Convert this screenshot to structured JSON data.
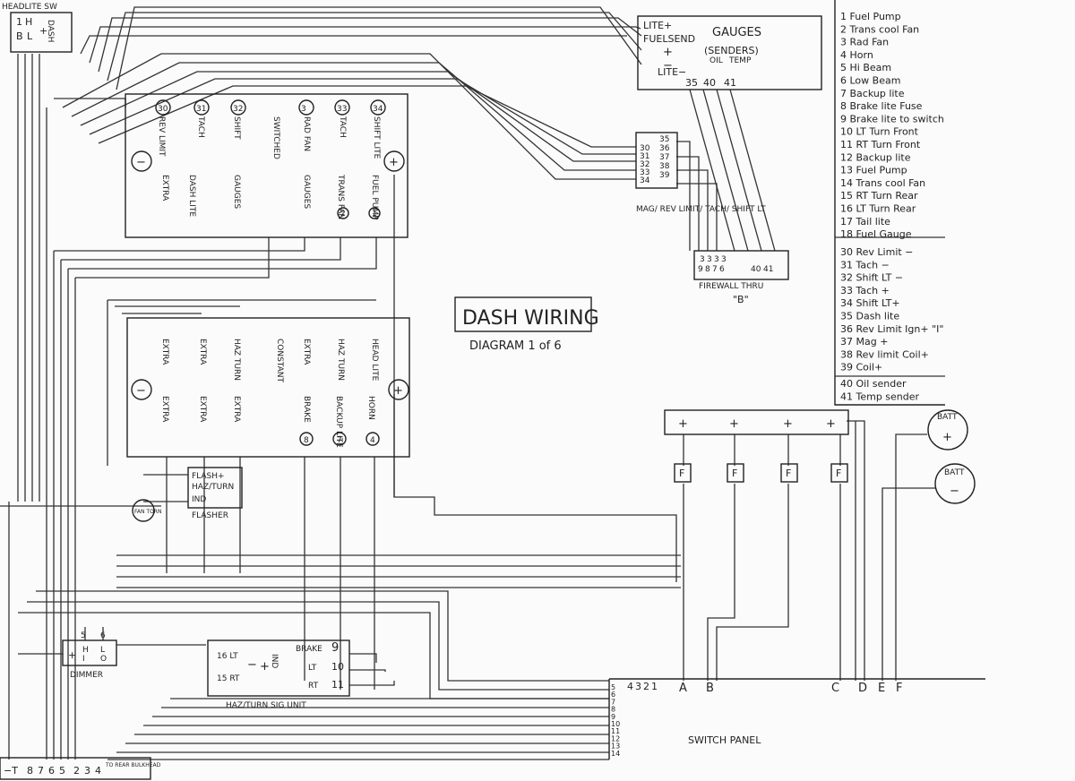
{
  "title": "DASH WIRING",
  "subtitle": "DIAGRAM 1 of 6",
  "headlight_switch": {
    "label": "HEADLITE SW",
    "terminals": [
      "1",
      "H",
      "B",
      "L",
      "+",
      "DASH"
    ]
  },
  "gauges": {
    "title": "GAUGES",
    "subtitle": "(SENDERS)",
    "terminals": [
      "LITE+",
      "FUELSEND",
      "+",
      "−",
      "LITE−"
    ],
    "sender_labels": [
      "OIL",
      "TEMP"
    ],
    "wire_numbers": [
      "35",
      "40",
      "41"
    ]
  },
  "legend": {
    "items": [
      "1 Fuel Pump",
      "2 Trans cool Fan",
      "3 Rad Fan",
      "4 Horn",
      "5 Hi Beam",
      "6 Low Beam",
      "7 Backup lite",
      "8 Brake lite Fuse",
      "9 Brake lite to switch",
      "10 LT Turn Front",
      "11 RT Turn Front",
      "12 Backup lite",
      "13 Fuel Pump",
      "14 Trans cool Fan",
      "15 RT Turn Rear",
      "16 LT Turn Rear",
      "17 Tail lite",
      "18 Fuel Gauge",
      "30 Rev Limit −",
      "31 Tach −",
      "32 Shift LT −",
      "33 Tach +",
      "34 Shift LT+",
      "35 Dash lite",
      "36 Rev Limit Ign+ \"I\"",
      "37 Mag +",
      "38 Rev limit Coil+",
      "39 Coil+",
      "40 Oil sender",
      "41 Temp sender"
    ]
  },
  "fuse_block_top": {
    "top_labels": [
      "REV LIMIT",
      "TACH",
      "SHIFT",
      "SWITCHED",
      "RAD FAN",
      "TACH",
      "SHIFT LITE"
    ],
    "top_numbers": [
      "30",
      "31",
      "32",
      "3",
      "33",
      "34"
    ],
    "bottom_labels": [
      "EXTRA",
      "DASH LITE",
      "GAUGES",
      "GAUGES",
      "TRANS FAN",
      "FUEL PUMP"
    ],
    "bottom_numbers": [
      "2",
      "1"
    ],
    "neg_symbol": "−",
    "pos_symbol": "+"
  },
  "fuse_block_bottom": {
    "top_labels": [
      "EXTRA",
      "EXTRA",
      "HAZ TURN",
      "CONSTANT",
      "EXTRA",
      "HAZ TURN",
      "HEAD LITE"
    ],
    "bottom_labels": [
      "EXTRA",
      "EXTRA",
      "EXTRA",
      "BRAKE",
      "BACKUP LITE",
      "HORN"
    ],
    "bottom_numbers": [
      "8",
      "7",
      "4"
    ],
    "neg_symbol": "−",
    "pos_symbol": "+"
  },
  "mag_connector": {
    "label": "MAG/ REV LIMIT/ TACH/ SHIFT LT",
    "left_pins": [
      "30",
      "31",
      "32",
      "33",
      "34"
    ],
    "right_pins": [
      "35",
      "36",
      "37",
      "38",
      "39"
    ]
  },
  "firewall": {
    "label": "FIREWALL THRU",
    "sub_label": "\"B\"",
    "pins_top": [
      "3",
      "3",
      "3",
      "3"
    ],
    "pins_bottom": [
      "9",
      "8",
      "7",
      "6",
      "40",
      "41"
    ]
  },
  "relay_block": {
    "plus": [
      "+",
      "+",
      "+",
      "+"
    ],
    "fuses": [
      "F",
      "F",
      "F",
      "F"
    ]
  },
  "battery": {
    "pos_label": "BATT",
    "pos_symbol": "+",
    "neg_label": "BATT",
    "neg_symbol": "−"
  },
  "flasher": {
    "label": "FLASHER",
    "lines": [
      "FLASH+",
      "HAZ/TURN",
      "IND"
    ]
  },
  "dimmer": {
    "label": "DIMMER",
    "numbers": [
      "5",
      "6"
    ],
    "letters": [
      "H",
      "I",
      "L",
      "O"
    ],
    "plus": "+"
  },
  "haz_turn_unit": {
    "label": "HAZ/TURN SIG UNIT",
    "left_terms": [
      "16 LT",
      "15 RT"
    ],
    "mid": [
      "−",
      "+",
      "IND"
    ],
    "right_terms": [
      "BRAKE",
      "LT",
      "RT"
    ],
    "right_numbers": [
      "9",
      "10",
      "11"
    ]
  },
  "switch_panel": {
    "label": "SWITCH PANEL",
    "pins_left": [
      "5",
      "6",
      "7",
      "8",
      "9",
      "10",
      "11",
      "12",
      "13",
      "14"
    ],
    "pins_top": [
      "4",
      "3",
      "2",
      "1"
    ],
    "letters": [
      "A",
      "B",
      "C",
      "D",
      "E",
      "F"
    ]
  },
  "ground": {
    "label": "FAN TORN"
  },
  "bulkhead": {
    "pins": [
      "−T",
      "8",
      "7",
      "6",
      "5",
      "2",
      "3",
      "4"
    ],
    "label": "TO REAR BULKHEAD"
  },
  "colors": {
    "ink": "#222222",
    "paper": "#fbfbfb"
  }
}
